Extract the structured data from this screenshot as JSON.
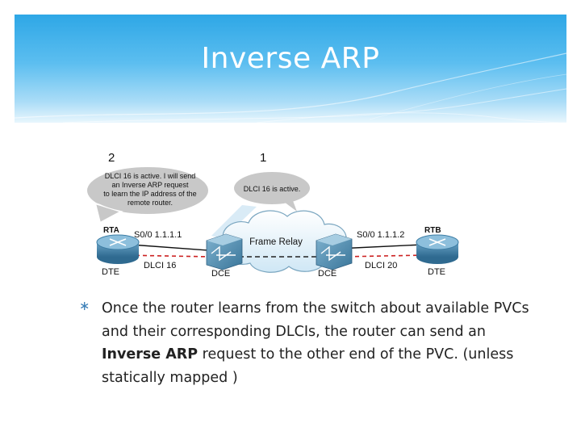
{
  "slide": {
    "title": "Inverse ARP",
    "bullet": {
      "text_before": "Once the router learns from the switch about available PVCs and their corresponding DLCIs, the router can send an ",
      "bold_text": "Inverse ARP",
      "text_after": " request to the other end of the PVC. (unless statically mapped )"
    }
  },
  "diagram": {
    "step_left": "2",
    "step_right": "1",
    "bubble_left_lines": [
      "DLCI 16 is active. I will send",
      "an Inverse ARP request",
      "to learn the IP address of the",
      "remote router."
    ],
    "bubble_right_text": "DLCI 16 is active.",
    "router_left_label": "RTA",
    "router_right_label": "RTB",
    "left_interface": "S0/0 1.1.1.1",
    "right_interface": "S0/0 1.1.1.2",
    "cloud_label": "Frame Relay",
    "dlci_left": "DLCI 16",
    "dlci_right": "DLCI 20",
    "dte_left": "DTE",
    "dce_left": "DCE",
    "dce_right": "DCE",
    "dte_right": "DTE"
  },
  "colors": {
    "header_blue": "#2ea7e6",
    "router_blue": "#3f7fa6",
    "switch_blue": "#4a86a8",
    "dashed_red": "#cc2222",
    "link_black": "#111111",
    "bubble_gray": "#c8c8c8"
  }
}
